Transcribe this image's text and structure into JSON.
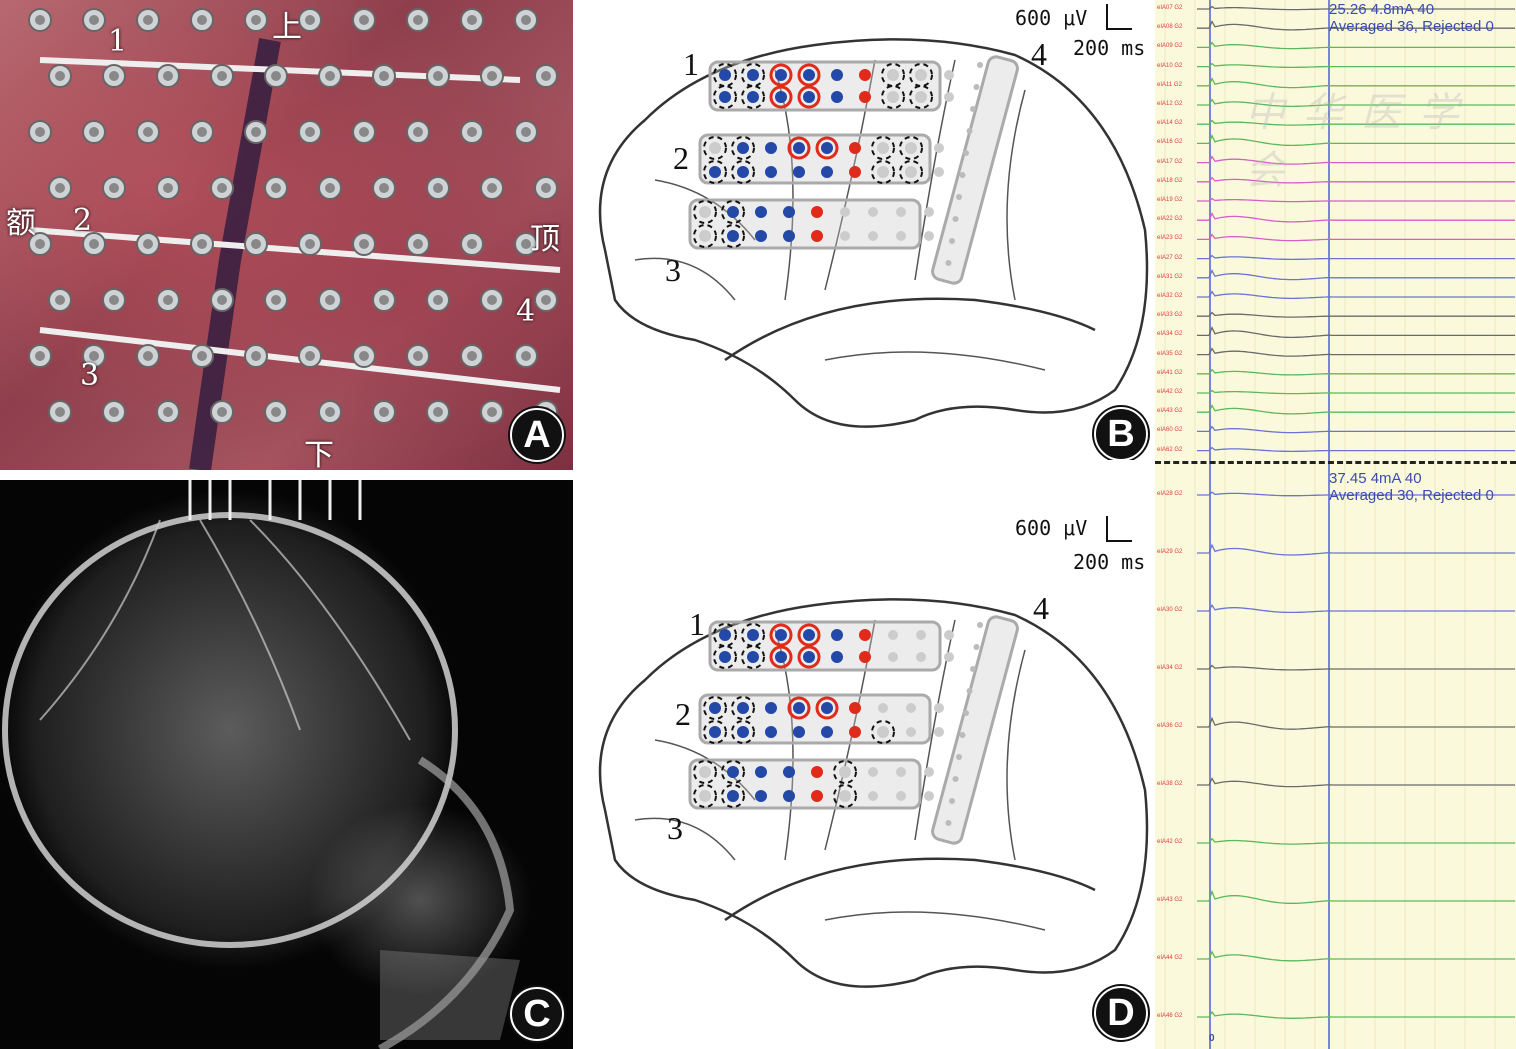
{
  "panels": {
    "A": {
      "badge": "A",
      "labels": {
        "top": "上",
        "bottom": "下",
        "left": "额",
        "right": "顶",
        "strip1": "1",
        "strip2": "2",
        "strip3": "3",
        "strip4": "4"
      }
    },
    "B": {
      "badge": "B",
      "strip_labels": [
        "1",
        "2",
        "3",
        "4"
      ],
      "scale_uv": "600 μV",
      "scale_ms": "200 ms"
    },
    "C": {
      "badge": "C"
    },
    "D": {
      "badge": "D",
      "strip_labels": [
        "1",
        "2",
        "3",
        "4"
      ],
      "scale_uv": "600 μV",
      "scale_ms": "200 ms"
    }
  },
  "traces_top": {
    "info_line1": "25.26 4.8mA 40",
    "info_line2": "Averaged 36, Rejected 0",
    "watermark": "中华医学会",
    "channels": [
      {
        "label": "eIA07 G2",
        "color": "#6a6a6a"
      },
      {
        "label": "eIA08 G2",
        "color": "#6a6a6a"
      },
      {
        "label": "eIA09 G2",
        "color": "#5cb85c"
      },
      {
        "label": "eIA10 G2",
        "color": "#5cb85c"
      },
      {
        "label": "eIA11 G2",
        "color": "#5cb85c"
      },
      {
        "label": "eIA12 G2",
        "color": "#5cb85c"
      },
      {
        "label": "eIA14 G2",
        "color": "#5cb85c"
      },
      {
        "label": "eIA16 G2",
        "color": "#5cb85c"
      },
      {
        "label": "eIA17 G2",
        "color": "#d65fc8"
      },
      {
        "label": "eIA18 G2",
        "color": "#d65fc8"
      },
      {
        "label": "eIA19 G2",
        "color": "#d65fc8"
      },
      {
        "label": "eIA22 G2",
        "color": "#d65fc8"
      },
      {
        "label": "eIA23 G2",
        "color": "#d65fc8"
      },
      {
        "label": "eIA27 G2",
        "color": "#6a74d6"
      },
      {
        "label": "eIA31 G2",
        "color": "#6a74d6"
      },
      {
        "label": "eIA32 G2",
        "color": "#6a74d6"
      },
      {
        "label": "eIA33 G2",
        "color": "#6a6a6a"
      },
      {
        "label": "eIA34 G2",
        "color": "#6a6a6a"
      },
      {
        "label": "eIA35 G2",
        "color": "#6a6a6a"
      },
      {
        "label": "eIA41 G2",
        "color": "#5cb85c"
      },
      {
        "label": "eIA42 G2",
        "color": "#5cb85c"
      },
      {
        "label": "eIA43 G2",
        "color": "#5cb85c"
      },
      {
        "label": "eIA60 G2",
        "color": "#6a74d6"
      },
      {
        "label": "eIA62 G2",
        "color": "#6a74d6"
      }
    ]
  },
  "traces_bottom": {
    "info_line1": "37.45 4mA 40",
    "info_line2": "Averaged 30, Rejected 0",
    "zero_marker": "0",
    "channels": [
      {
        "label": "eIA28 G2",
        "color": "#6a74d6"
      },
      {
        "label": "eIA29 G2",
        "color": "#6a74d6"
      },
      {
        "label": "eIA30 G2",
        "color": "#6a74d6"
      },
      {
        "label": "eIA34 G2",
        "color": "#6a6a6a"
      },
      {
        "label": "eIA36 G2",
        "color": "#6a6a6a"
      },
      {
        "label": "eIA38 G2",
        "color": "#6a6a6a"
      },
      {
        "label": "eIA42 G2",
        "color": "#5cb85c"
      },
      {
        "label": "eIA43 G2",
        "color": "#5cb85c"
      },
      {
        "label": "eIA44 G2",
        "color": "#5cb85c"
      },
      {
        "label": "eIA46 G2",
        "color": "#5cb85c"
      }
    ]
  }
}
